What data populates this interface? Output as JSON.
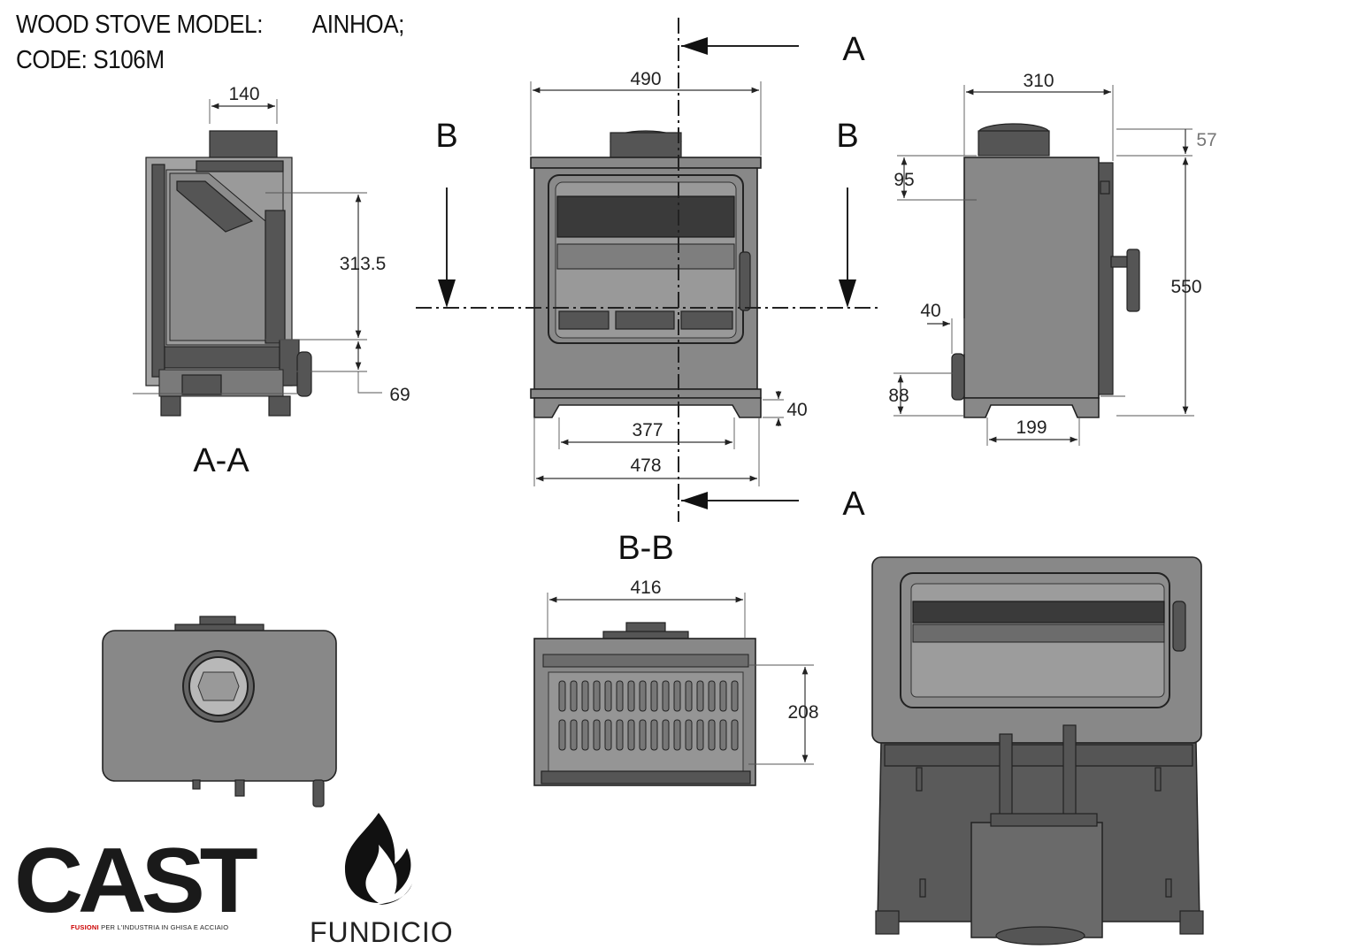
{
  "header": {
    "model_label": "WOOD STOVE MODEL:",
    "model_name": "AINHOA;",
    "code_label": "CODE: S106M"
  },
  "sections": {
    "a_top": "A",
    "a_bottom": "A",
    "b_left": "B",
    "b_right": "B",
    "section_aa": "A-A",
    "section_bb": "B-B"
  },
  "dimensions": {
    "flue_width": "140",
    "inner_height": "313.5",
    "ash_height": "69",
    "top_width": "490",
    "leg_span": "377",
    "base_width": "478",
    "leg_height": "40",
    "side_depth": "310",
    "flue_setback": "57",
    "top_offset": "95",
    "total_height": "550",
    "air_inlet_offset": "40",
    "air_inlet_height": "88",
    "side_leg_span": "199",
    "firebox_width": "416",
    "firebox_depth": "208"
  },
  "logos": {
    "cast": "CAST",
    "cast_tagline_red": "FUSIONI",
    "cast_tagline": "PER L'INDUSTRIA IN GHISA E ACCIAIO",
    "fundicio": "FUNDICIO"
  },
  "icons": [
    "flame-icon"
  ]
}
